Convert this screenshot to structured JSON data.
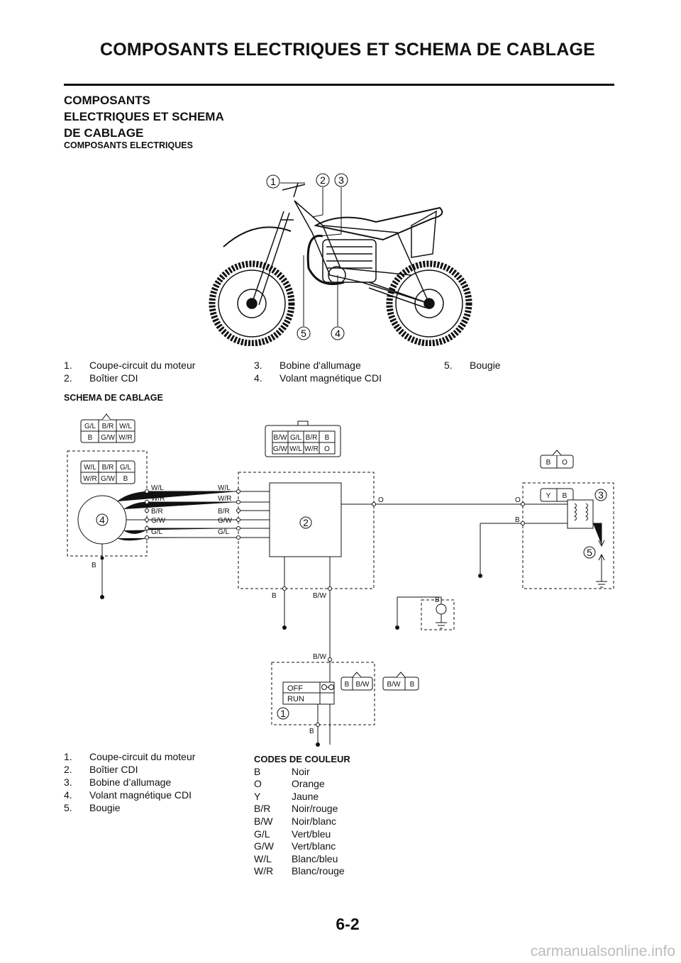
{
  "header": {
    "title": "COMPOSANTS ELECTRIQUES ET SCHEMA DE CABLAGE"
  },
  "section": {
    "heading_lines": [
      "COMPOSANTS",
      "ELECTRIQUES ET SCHEMA",
      "DE CABLAGE"
    ],
    "components_subheading": "COMPOSANTS ELECTRIQUES",
    "wiring_subheading": "SCHEMA DE CABLAGE"
  },
  "motorcycle_callouts": [
    "1",
    "2",
    "3",
    "4",
    "5"
  ],
  "components_legend": [
    {
      "num": "1.",
      "label": "Coupe-circuit du moteur"
    },
    {
      "num": "2.",
      "label": "Boîtier CDI"
    },
    {
      "num": "3.",
      "label": "Bobine d'allumage"
    },
    {
      "num": "4.",
      "label": "Volant magnétique CDI"
    },
    {
      "num": "5.",
      "label": "Bougie"
    }
  ],
  "wiring_legend": [
    {
      "num": "1.",
      "label": "Coupe-circuit du moteur"
    },
    {
      "num": "2.",
      "label": "Boîtier CDI"
    },
    {
      "num": "3.",
      "label": "Bobine d’allumage"
    },
    {
      "num": "4.",
      "label": "Volant magnétique CDI"
    },
    {
      "num": "5.",
      "label": "Bougie"
    }
  ],
  "color_codes": {
    "title": "CODES DE COULEUR",
    "entries": [
      {
        "code": "B",
        "name": "Noir"
      },
      {
        "code": "O",
        "name": "Orange"
      },
      {
        "code": "Y",
        "name": "Jaune"
      },
      {
        "code": "B/R",
        "name": "Noir/rouge"
      },
      {
        "code": "B/W",
        "name": "Noir/blanc"
      },
      {
        "code": "G/L",
        "name": "Vert/bleu"
      },
      {
        "code": "G/W",
        "name": "Vert/blanc"
      },
      {
        "code": "W/L",
        "name": "Blanc/bleu"
      },
      {
        "code": "W/R",
        "name": "Blanc/rouge"
      }
    ]
  },
  "diagram": {
    "connectors": {
      "magneto_top": [
        [
          "G/L",
          "B/R",
          "W/L"
        ],
        [
          "B",
          "G/W",
          "W/R"
        ]
      ],
      "magneto_inner": [
        [
          "W/L",
          "B/R",
          "G/L"
        ],
        [
          "W/R",
          "G/W",
          "B"
        ]
      ],
      "cdi_top": [
        [
          "B/W",
          "G/L",
          "B/R",
          "B"
        ],
        [
          "G/W",
          "W/L",
          "W/R",
          "O"
        ]
      ],
      "coil_top": [
        "B",
        "O"
      ],
      "coil_inner": [
        "Y",
        "B"
      ],
      "switch_a": [
        "B",
        "B/W"
      ],
      "switch_b": [
        "B/W",
        "B"
      ]
    },
    "wire_labels": [
      "W/L",
      "W/R",
      "B/R",
      "G/W",
      "G/L"
    ],
    "labels": {
      "o": "O",
      "b": "B",
      "bw": "B/W"
    },
    "switch_states": [
      "OFF",
      "RUN"
    ],
    "callouts": {
      "magneto": "4",
      "cdi": "2",
      "coil": "3",
      "plug": "5",
      "switch": "1"
    }
  },
  "footer": {
    "page_number": "6-2",
    "watermark": "carmanualsonline.info"
  }
}
